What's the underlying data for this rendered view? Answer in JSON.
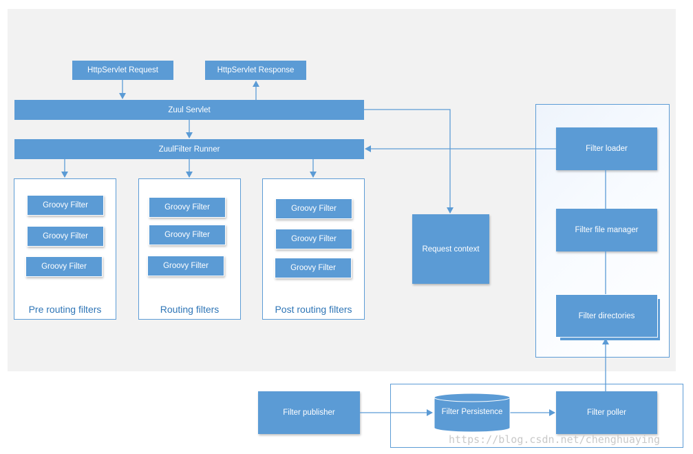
{
  "colors": {
    "box_fill": "#5b9bd5",
    "line": "#5b9bd5",
    "label_text": "#2e75b6",
    "panel_bg": "#f2f2f2"
  },
  "boxes": {
    "http_request": "HttpServlet Request",
    "http_response": "HttpServlet Response",
    "zuul_servlet": "Zuul Servlet",
    "zuulfilter_runner": "ZuulFilter Runner",
    "request_context": "Request context",
    "filter_loader": "Filter loader",
    "filter_file_manager": "Filter file manager",
    "filter_directories": "Filter directories",
    "filter_publisher": "Filter publisher",
    "filter_persistence": "Filter Persistence",
    "filter_poller": "Filter poller"
  },
  "groups": {
    "pre": {
      "label": "Pre routing filters",
      "filters": [
        "Groovy Filter",
        "Groovy Filter",
        "Groovy Filter"
      ]
    },
    "routing": {
      "label": "Routing filters",
      "filters": [
        "Groovy Filter",
        "Groovy Filter",
        "Groovy Filter"
      ]
    },
    "post": {
      "label": "Post routing filters",
      "filters": [
        "Groovy Filter",
        "Groovy Filter",
        "Groovy Filter"
      ]
    }
  },
  "watermark": "https://blog.csdn.net/chenghuaying"
}
